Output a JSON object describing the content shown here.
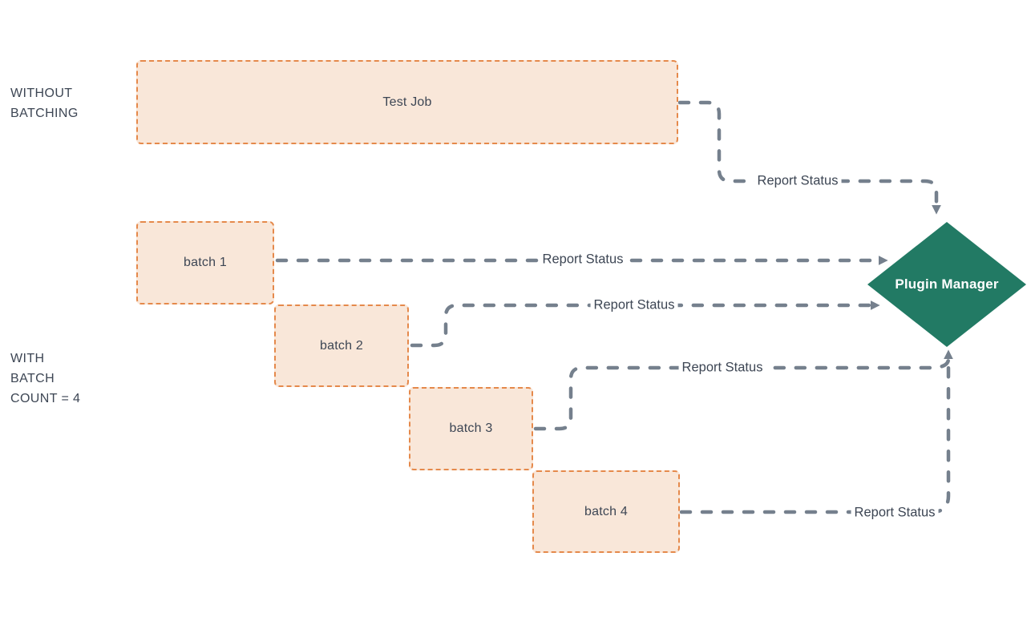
{
  "colors": {
    "bg": "#ffffff",
    "box_fill": "#f9e7d9",
    "box_border": "#e5894b",
    "arrow": "#75808d",
    "text_dark": "#3d4654",
    "diamond_fill": "#227a64",
    "diamond_text": "#ffffff"
  },
  "section_labels": {
    "without_batching": [
      "WITHOUT",
      "BATCHING"
    ],
    "with_batching": [
      "WITH",
      "BATCH",
      "COUNT = 4"
    ]
  },
  "nodes": {
    "test_job": {
      "label": "Test Job"
    },
    "batch_1": {
      "label": "batch 1"
    },
    "batch_2": {
      "label": "batch 2"
    },
    "batch_3": {
      "label": "batch 3"
    },
    "batch_4": {
      "label": "batch 4"
    },
    "plugin_manager": {
      "label": "Plugin Manager"
    }
  },
  "edges": {
    "test_job_to_manager": {
      "label": "Report Status"
    },
    "batch_1_to_manager": {
      "label": "Report Status"
    },
    "batch_2_to_manager": {
      "label": "Report Status"
    },
    "batch_3_to_manager": {
      "label": "Report Status"
    },
    "batch_4_to_manager": {
      "label": "Report Status"
    }
  }
}
